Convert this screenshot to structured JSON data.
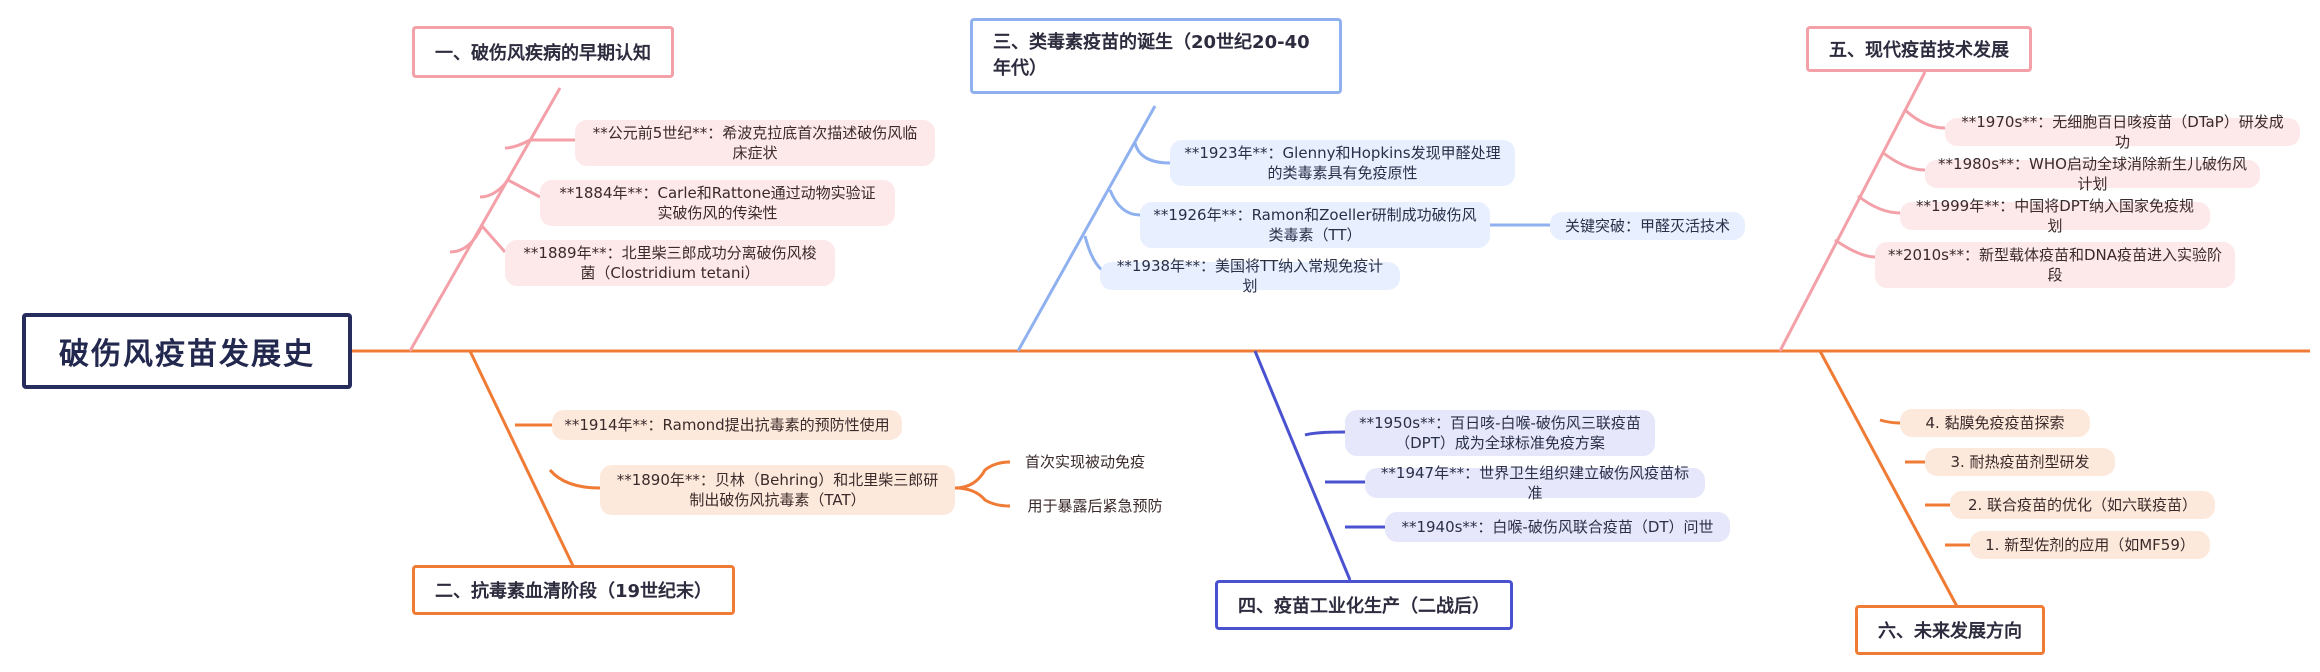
{
  "root": {
    "title": "破伤风疫苗发展史"
  },
  "colors": {
    "red": "#f4a0a8",
    "blue": "#8fb1f0",
    "orange": "#f07b35",
    "indigo": "#4b52d0",
    "navy": "#262c5c"
  },
  "branches": {
    "b1": {
      "title": "一、破伤风疾病的早期认知",
      "items": [
        "**公元前5世纪**：希波克拉底首次描述破伤风临床症状",
        "**1884年**：Carle和Rattone通过动物实验证实破伤风的传染性",
        "**1889年**：北里柴三郎成功分离破伤风梭菌（Clostridium tetani）"
      ]
    },
    "b2": {
      "title": "二、抗毒素血清阶段（19世纪末）",
      "items": [
        "**1914年**：Ramond提出抗毒素的预防性使用",
        "**1890年**：贝林（Behring）和北里柴三郎研制出破伤风抗毒素（TAT）"
      ],
      "sub": [
        "首次实现被动免疫",
        "用于暴露后紧急预防"
      ]
    },
    "b3": {
      "title": "三、类毒素疫苗的诞生（20世纪20-40年代）",
      "items": [
        "**1923年**：Glenny和Hopkins发现甲醛处理的类毒素具有免疫原性",
        "**1926年**：Ramon和Zoeller研制成功破伤风类毒素（TT）",
        "**1938年**：美国将TT纳入常规免疫计划"
      ],
      "sub": [
        "关键突破：甲醛灭活技术"
      ]
    },
    "b4": {
      "title": "四、疫苗工业化生产（二战后）",
      "items": [
        "**1950s**：百日咳-白喉-破伤风三联疫苗（DPT）成为全球标准免疫方案",
        "**1947年**：世界卫生组织建立破伤风疫苗标准",
        "**1940s**：白喉-破伤风联合疫苗（DT）问世"
      ]
    },
    "b5": {
      "title": "五、现代疫苗技术发展",
      "items": [
        "**1970s**：无细胞百日咳疫苗（DTaP）研发成功",
        "**1980s**：WHO启动全球消除新生儿破伤风计划",
        "**1999年**：中国将DPT纳入国家免疫规划",
        "**2010s**：新型载体疫苗和DNA疫苗进入实验阶段"
      ]
    },
    "b6": {
      "title": "六、未来发展方向",
      "items": [
        "4. 黏膜免疫疫苗探索",
        "3. 耐热疫苗剂型研发",
        "2. 联合疫苗的优化（如六联疫苗）",
        "1. 新型佐剂的应用（如MF59）"
      ]
    }
  }
}
